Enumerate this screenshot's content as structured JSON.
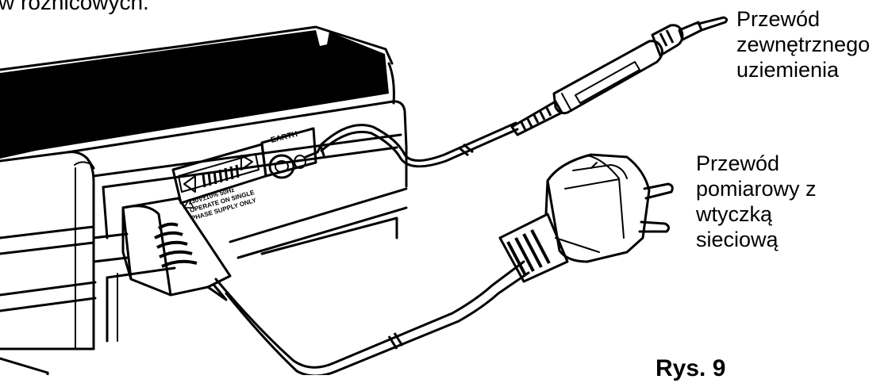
{
  "top_text": "w różnicowych.",
  "labels": {
    "external_ground_lead": [
      "Przewód",
      "zewnętrznego",
      "uziemienia"
    ],
    "measuring_lead": [
      "Przewód",
      "pomiarowy z",
      "wtyczką",
      "sieciową"
    ]
  },
  "device_markings": {
    "earth": "EARTH",
    "voltage_rating": "230V±10%  50Hz",
    "operate_line1": "OPERATE ON SINGLE",
    "operate_line2": "PHASE SUPPLY ONLY"
  },
  "figure_caption": "Rys. 9"
}
